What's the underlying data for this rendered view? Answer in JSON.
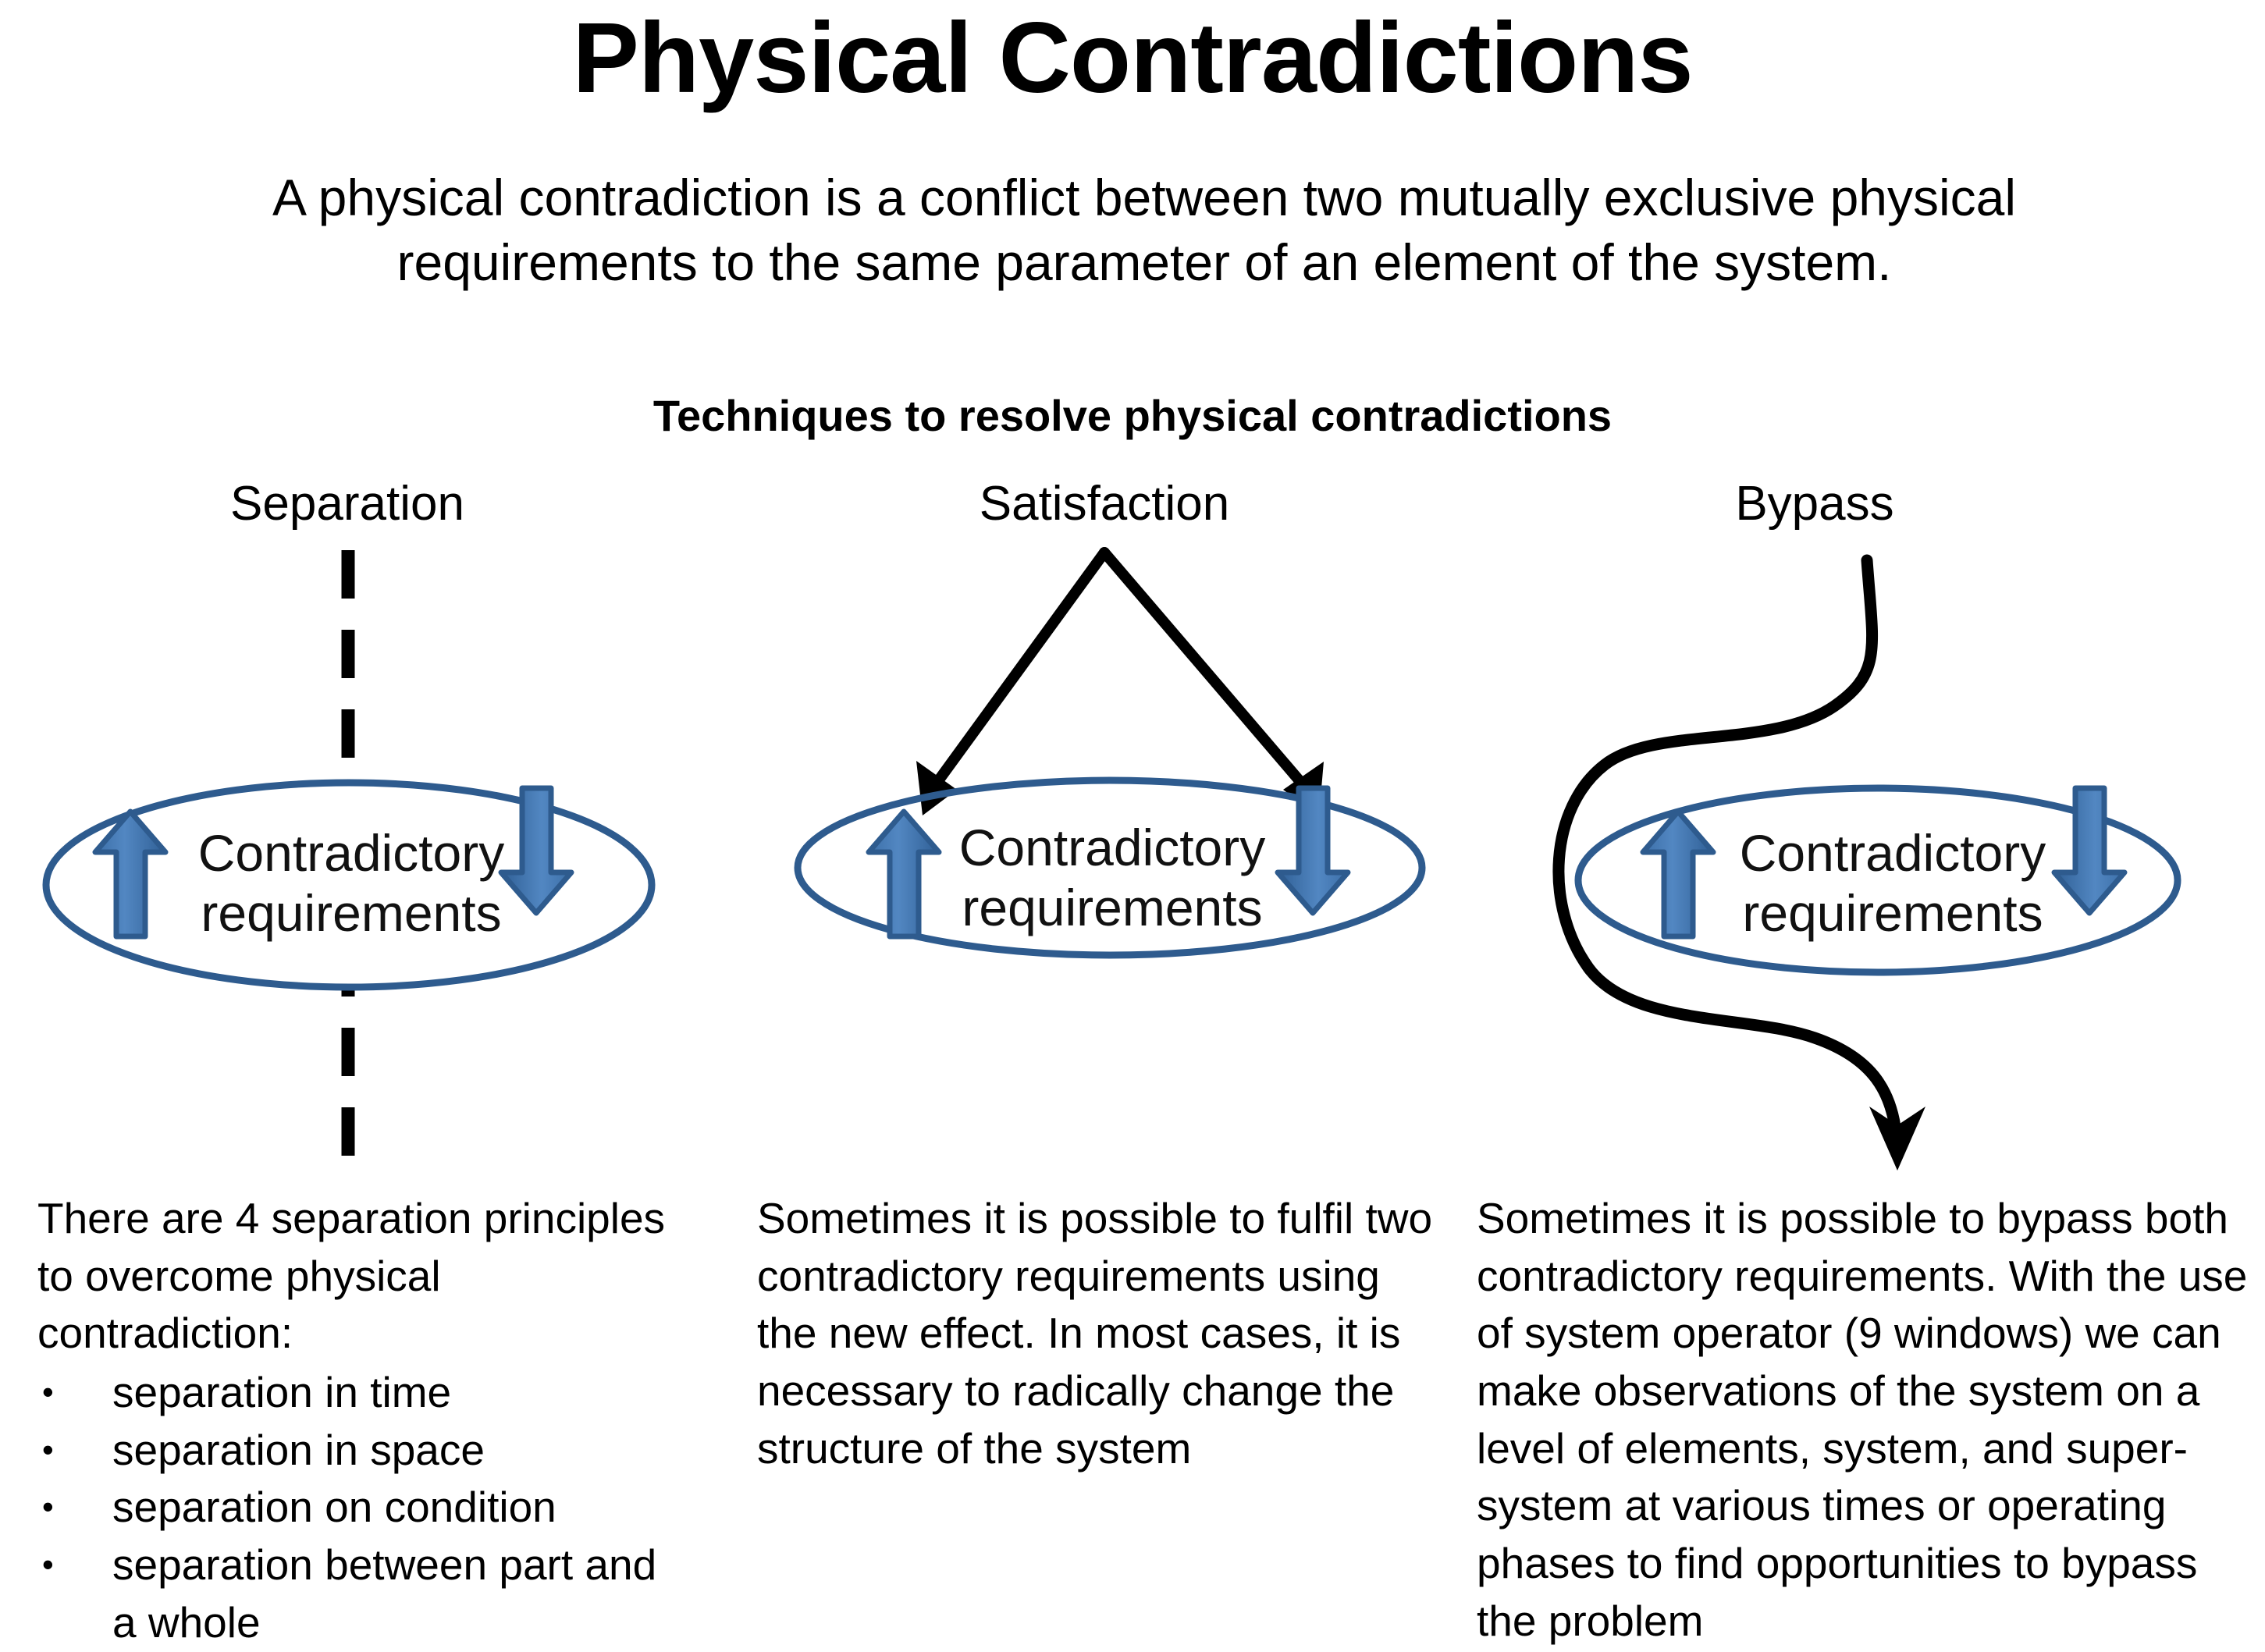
{
  "slide": {
    "title": "Physical Contradictions",
    "intro": "A physical contradiction is a conflict between two mutually exclusive physical requirements to the same parameter of an element of the system.",
    "techniques_heading": "Techniques to resolve physical contradictions"
  },
  "colors": {
    "background": "#ffffff",
    "text": "#000000",
    "ellipse_stroke": "#2E5B8E",
    "arrow_fill": "#4A7EBB",
    "arrow_stroke": "#2E5B8E",
    "connector_black": "#000000"
  },
  "columns": [
    {
      "id": "separation",
      "label": "Separation",
      "connector": "dashed-vertical-line",
      "ellipse_text": "Contradictory\nrequirements",
      "description_intro": "There are 4 separation principles to overcome physical contradiction:",
      "bullets": [
        "separation in time",
        "separation in space",
        "separation on condition",
        "separation between part and a whole"
      ],
      "description_body": ""
    },
    {
      "id": "satisfaction",
      "label": "Satisfaction",
      "connector": "double-arrow-v-shape",
      "ellipse_text": "Contradictory\nrequirements",
      "description_intro": "",
      "bullets": [],
      "description_body": "Sometimes it is possible to fulfil two contradictory requirements using the new effect. In most cases, it is necessary to radically change the structure of the system"
    },
    {
      "id": "bypass",
      "label": "Bypass",
      "connector": "s-curve-arrow",
      "ellipse_text": "Contradictory\nrequirements",
      "description_intro": "",
      "bullets": [],
      "description_body": "Sometimes it is possible to bypass both contradictory requirements. With the use of system operator (9 windows) we can make observations of the system on a level of elements, system, and super-system at various times or operating phases to find opportunities to bypass the problem"
    }
  ],
  "icons": {
    "bullet": "•",
    "up_arrow": "up-arrow-icon",
    "down_arrow": "down-arrow-icon"
  }
}
